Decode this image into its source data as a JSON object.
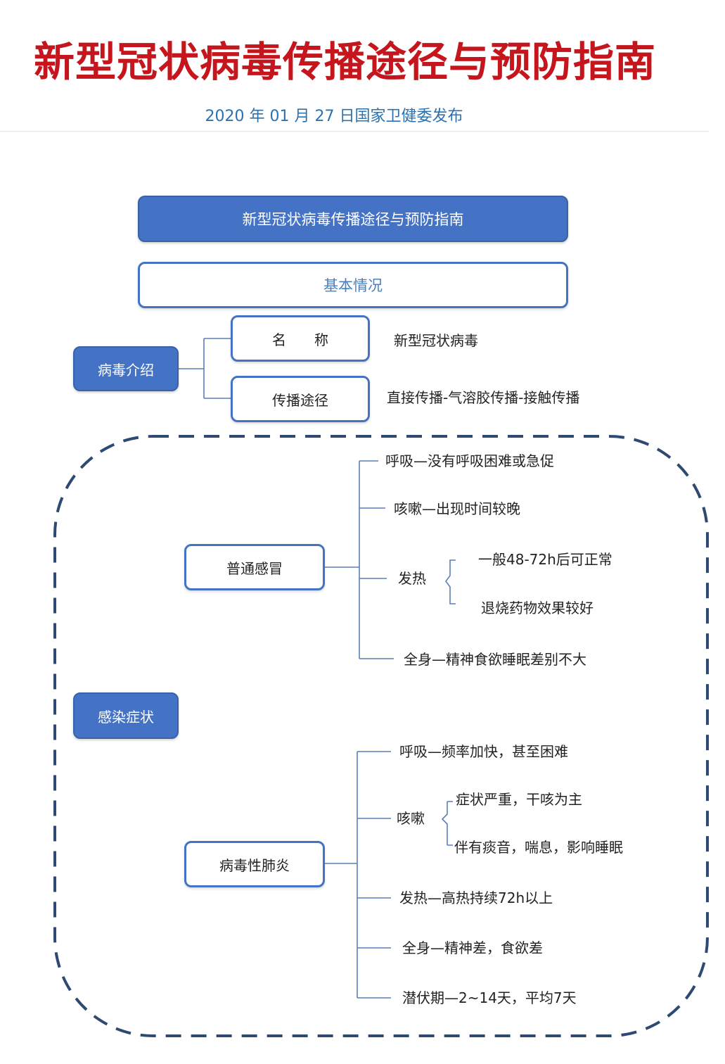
{
  "header": {
    "title": "新型冠状病毒传播途径与预防指南",
    "subtitle": "2020 年 01 月 27 日国家卫健委发布"
  },
  "colors": {
    "title_red": "#c4161c",
    "subtitle_blue": "#2a72b0",
    "box_fill_blue": "#4472c4",
    "dashed_border_navy": "#2e4a72",
    "connector_blue": "#5b7fb8"
  },
  "diagram": {
    "banner": "新型冠状病毒传播途径与预防指南",
    "basic_info": "基本情况",
    "virus_intro": {
      "label": "病毒介绍",
      "name_label": "名　　称",
      "name_value": "新型冠状病毒",
      "route_label": "传播途径",
      "route_value": "直接传播-气溶胶传播-接触传播"
    },
    "symptoms": {
      "label": "感染症状",
      "common_cold": {
        "label": "普通感冒",
        "breathing": "呼吸—没有呼吸困难或急促",
        "cough": "咳嗽—出现时间较晚",
        "fever": "发热",
        "fever_items": [
          "一般48-72h后可正常",
          "退烧药物效果较好"
        ],
        "body": "全身—精神食欲睡眠差别不大"
      },
      "viral_pneumonia": {
        "label": "病毒性肺炎",
        "breathing": "呼吸—频率加快，甚至困难",
        "cough": "咳嗽",
        "cough_items": [
          "症状严重，干咳为主",
          "伴有痰音，喘息，影响睡眠"
        ],
        "fever": "发热—高热持续72h以上",
        "body": "全身—精神差，食欲差",
        "incubation": "潜伏期—2~14天，平均7天"
      }
    }
  }
}
